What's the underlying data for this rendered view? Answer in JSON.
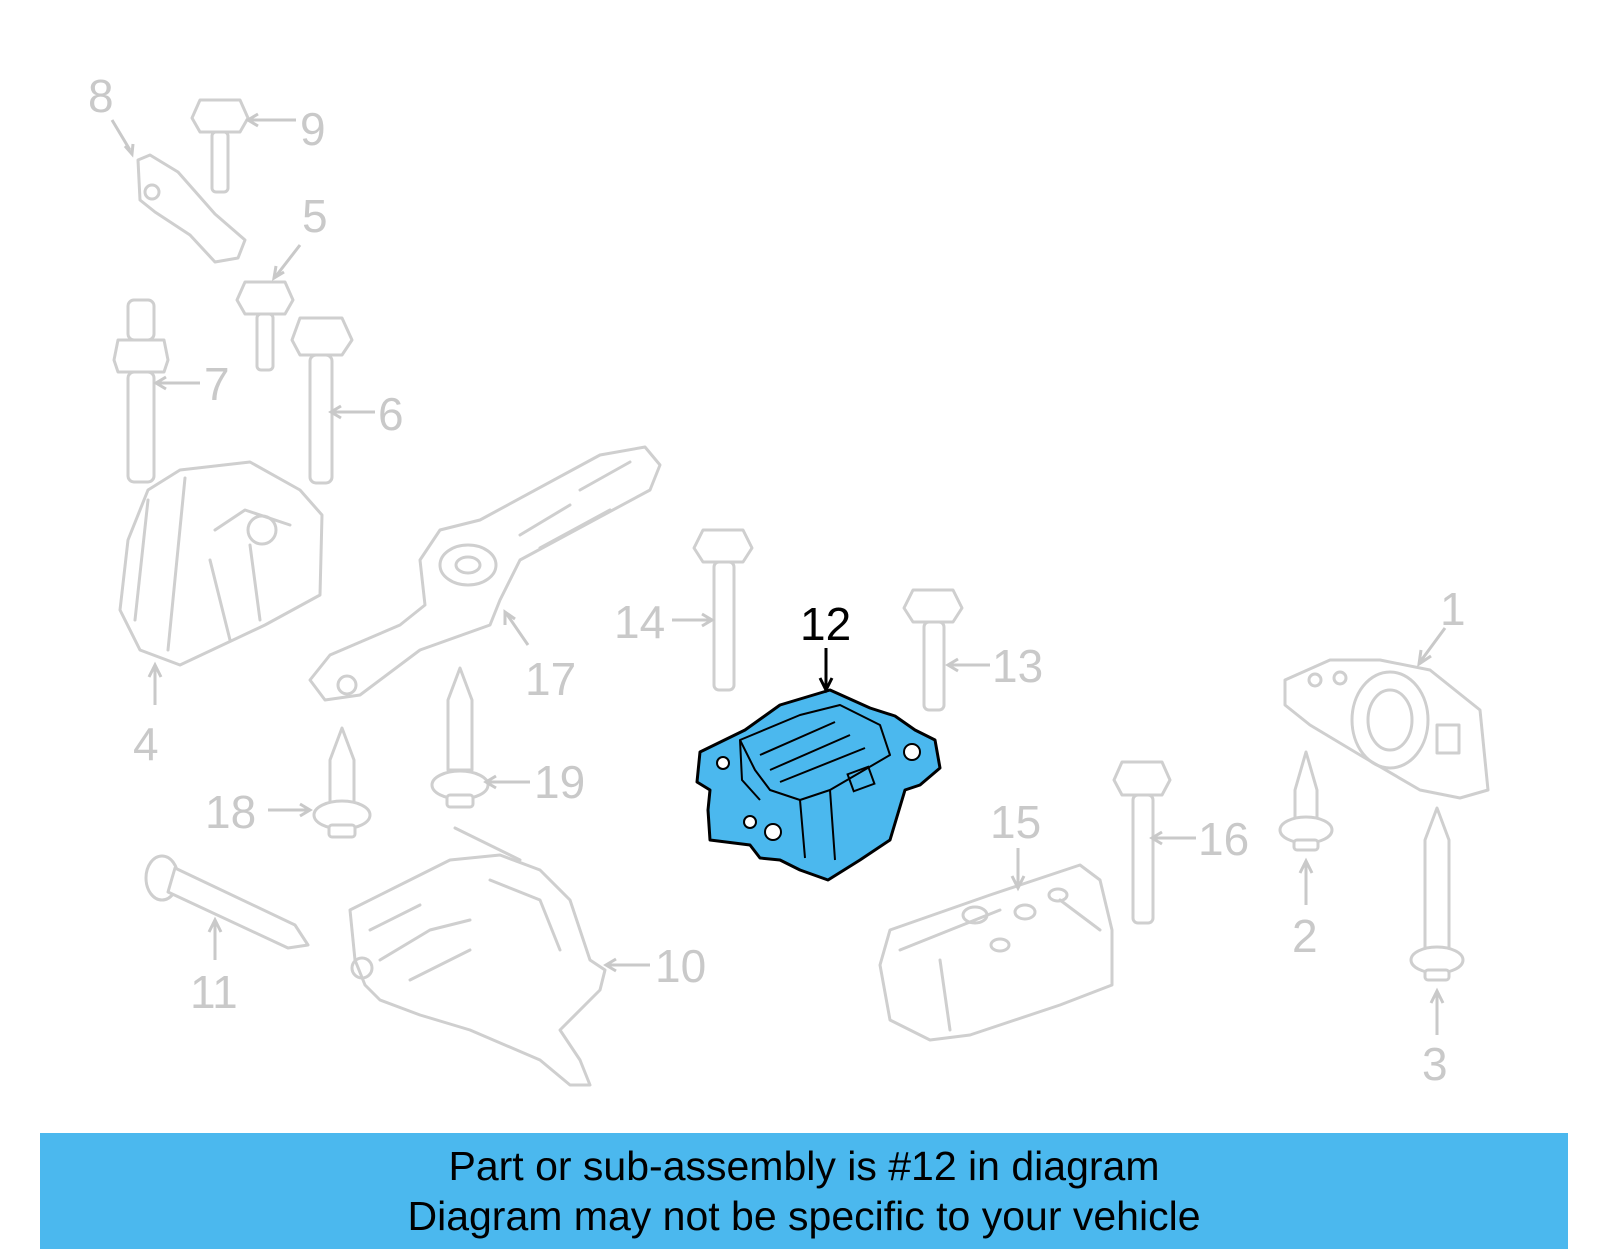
{
  "diagram": {
    "highlighted_part": "12",
    "callouts": [
      "1",
      "2",
      "3",
      "4",
      "5",
      "6",
      "7",
      "8",
      "9",
      "10",
      "11",
      "12",
      "13",
      "14",
      "15",
      "16",
      "17",
      "18",
      "19"
    ],
    "highlight_color": "#4bb8ee",
    "ghost_color": "#cfcfcf"
  },
  "banner": {
    "line1": "Part or sub-assembly is #12 in diagram",
    "line2": "Diagram may not be specific to your vehicle",
    "background": "#4bb8ee"
  }
}
